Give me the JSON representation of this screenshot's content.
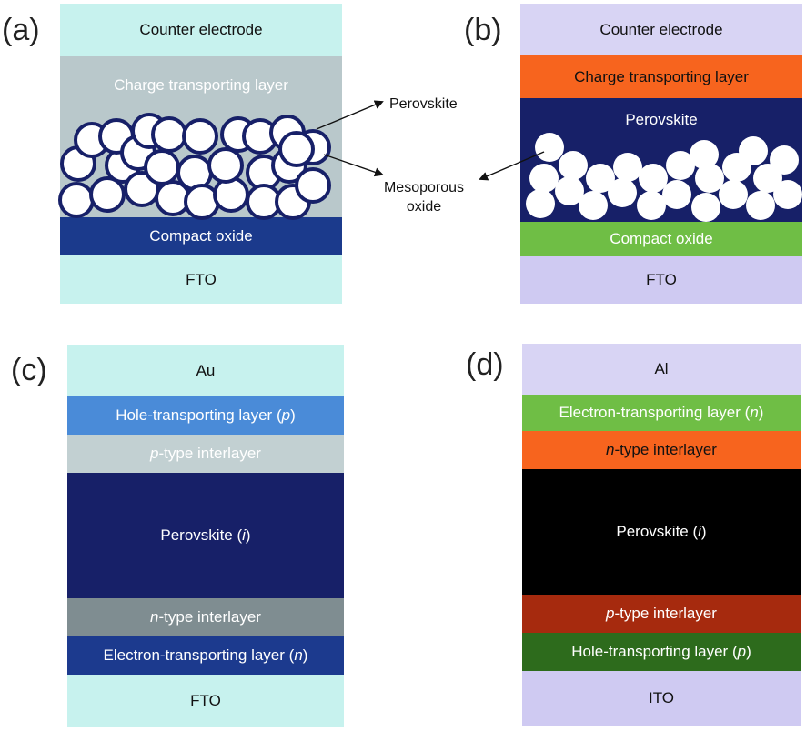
{
  "panels": {
    "a": {
      "label": "(a)",
      "layers": {
        "counter": "Counter electrode",
        "ctl": "Charge transporting layer",
        "compact": "Compact oxide",
        "fto": "FTO"
      }
    },
    "b": {
      "label": "(b)",
      "layers": {
        "counter": "Counter electrode",
        "ctl": "Charge transporting layer",
        "perovskite": "Perovskite",
        "compact": "Compact oxide",
        "fto": "FTO"
      }
    },
    "c": {
      "label": "(c)",
      "layers": {
        "au": "Au",
        "htl_text": "Hole-transporting layer (",
        "htl_italic": "p",
        "htl_close": ")",
        "ptype_italic": "p",
        "ptype_text": "-type interlayer",
        "perov_text": "Perovskite (",
        "perov_italic": "i",
        "perov_close": ")",
        "ntype_italic": "n",
        "ntype_text": "-type interlayer",
        "etl_text": "Electron-transporting layer (",
        "etl_italic": "n",
        "etl_close": ")",
        "fto": "FTO"
      }
    },
    "d": {
      "label": "(d)",
      "layers": {
        "al": "Al",
        "etl_text": "Electron-transporting layer (",
        "etl_italic": "n",
        "etl_close": ")",
        "ntype_italic": "n",
        "ntype_text": "-type interlayer",
        "perov_text": "Perovskite (",
        "perov_italic": "i",
        "perov_close": ")",
        "ptype_italic": "p",
        "ptype_text": "-type interlayer",
        "htl_text": "Hole-transporting layer (",
        "htl_italic": "p",
        "htl_close": ")",
        "ito": "ITO"
      }
    }
  },
  "annotations": {
    "perovskite": "Perovskite",
    "mesoporous_line1": "Mesoporous",
    "mesoporous_line2": "oxide"
  },
  "colors": {
    "counter_a": "#c7f2ee",
    "ctl_a": "#b9c8cb",
    "compact_a": "#1b3a8c",
    "fto_a": "#c7f2ee",
    "counter_b": "#d8d4f4",
    "ctl_b": "#f7641e",
    "perovskite_b": "#172068",
    "compact_b": "#6fbe45",
    "fto_b": "#cfcaf2",
    "au": "#c7f2ee",
    "htl_c": "#4a8bd8",
    "ptype_c": "#c2d0d2",
    "perov_c": "#172068",
    "ntype_c": "#7f8d91",
    "etl_c": "#1c3a8e",
    "fto_c": "#c7f2ee",
    "al": "#d8d4f4",
    "etl_d": "#6fbe45",
    "ntype_d": "#f7641e",
    "perov_d": "#000000",
    "ptype_d": "#a62a0e",
    "htl_d": "#2d6b1c",
    "ito": "#cfcaf2",
    "particle_outline": "#172068"
  }
}
